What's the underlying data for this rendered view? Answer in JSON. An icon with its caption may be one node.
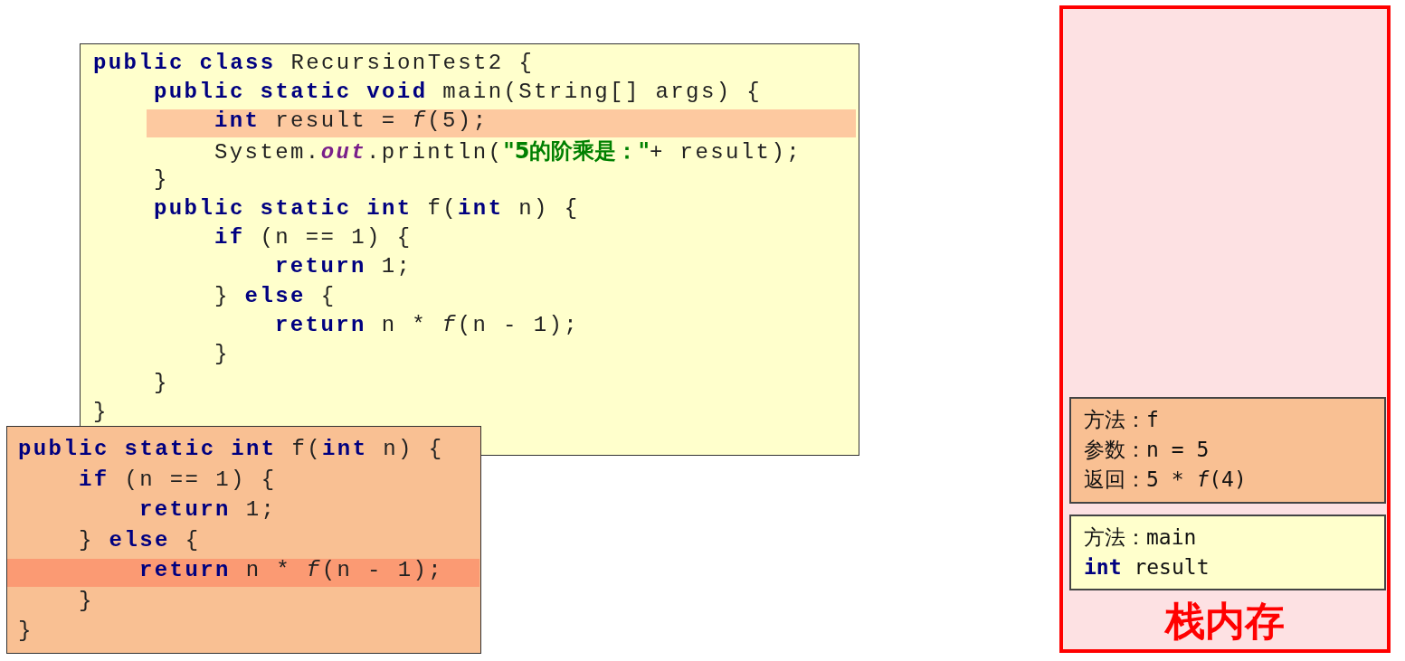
{
  "diagram": {
    "nodes": [
      {
        "text": [
          "**public class** RecursionTest2 {",
          "**public static void** main(String[] args) {",
          "**int** result = *f*(5);",
          "System.*out*.println(**\"5的阶乘是：\"**+ result);",
          "}",
          "**public static int** f(**int** n) {",
          "**if** (n == 1) {",
          "**return** 1;",
          "} **else** {",
          "**return** n * *f*(n - 1);",
          "}",
          "}",
          "}"
        ]
      },
      {
        "text": [
          "**public static int** f(**int** n) {",
          "**if** (n == 1) {",
          "**return** 1;",
          "} **else** {",
          "**return** n * *f*(n - 1);",
          "}",
          "}"
        ]
      },
      {
        "text": [
          "栈内存"
        ]
      },
      {
        "text": [
          "方法：f",
          "参数：n = 5",
          "返回：5 * *f*(4)"
        ],
        "in": 2
      },
      {
        "text": [
          "方法：main",
          "**int** result"
        ],
        "in": 2
      }
    ],
    "edges": []
  }
}
